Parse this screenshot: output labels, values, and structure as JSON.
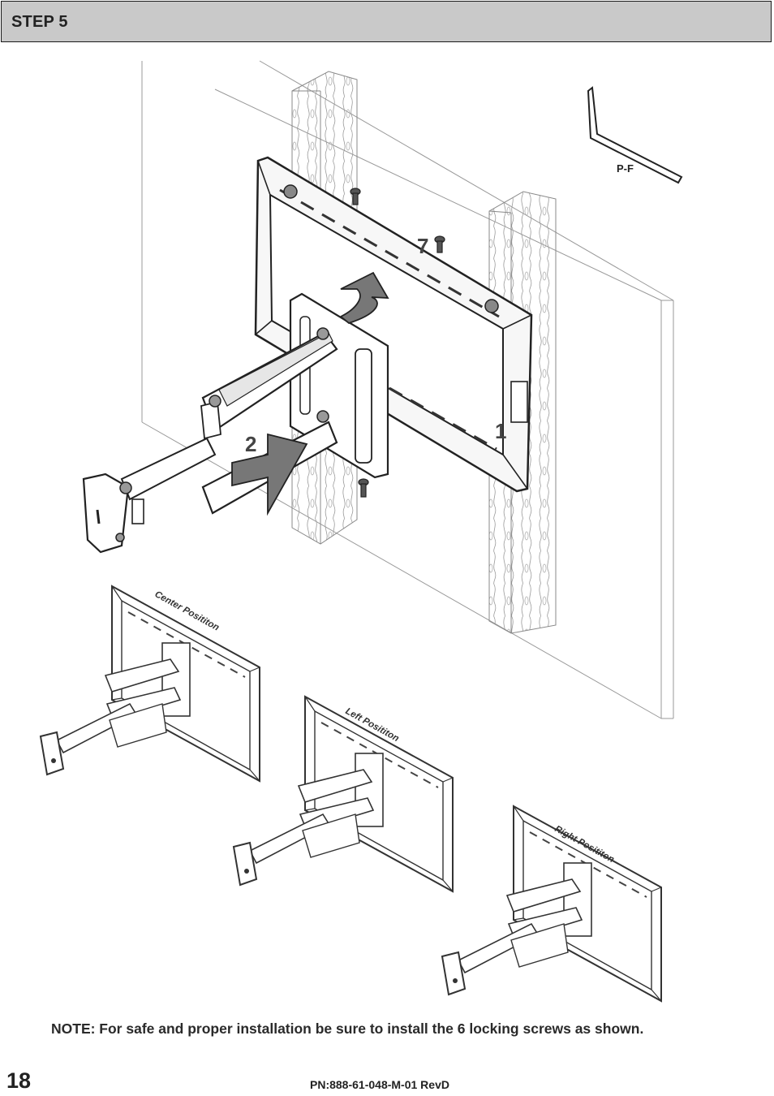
{
  "header": {
    "title": "STEP 5"
  },
  "illustration": {
    "tool_label": "P-F",
    "callouts": {
      "bracket": "1",
      "arm": "2",
      "screw": "7"
    },
    "positions": [
      {
        "label": "Center Posititon"
      },
      {
        "label": "Left Posititon"
      },
      {
        "label": "Right Posititon"
      }
    ]
  },
  "note": "NOTE: For safe and proper installation be sure to install the 6 locking screws as shown.",
  "footer": {
    "page_number": "18",
    "part_number": "PN:888-61-048-M-01 RevD"
  }
}
